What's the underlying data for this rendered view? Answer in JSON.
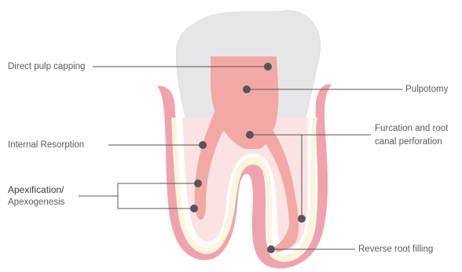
{
  "labels": {
    "direct_pulp_capping": "Direct pulp capping",
    "pulpotomy": "Pulpotomy",
    "internal_resorption": "Internal Resorption",
    "furcation_line1": "Furcation and root",
    "furcation_line2": "canal perforation",
    "apexification": "Apexification/",
    "apexogenesis": "Apexogenesis",
    "reverse_root_filling": "Reverse root filling"
  },
  "colors": {
    "enamel": "#e6e6e8",
    "gum": "#f0a3ad",
    "pulp": "#f2a9a6",
    "dentin": "#fbe3e3",
    "cementum": "#fbf5dc",
    "marker": "#555555",
    "line": "#555555"
  }
}
